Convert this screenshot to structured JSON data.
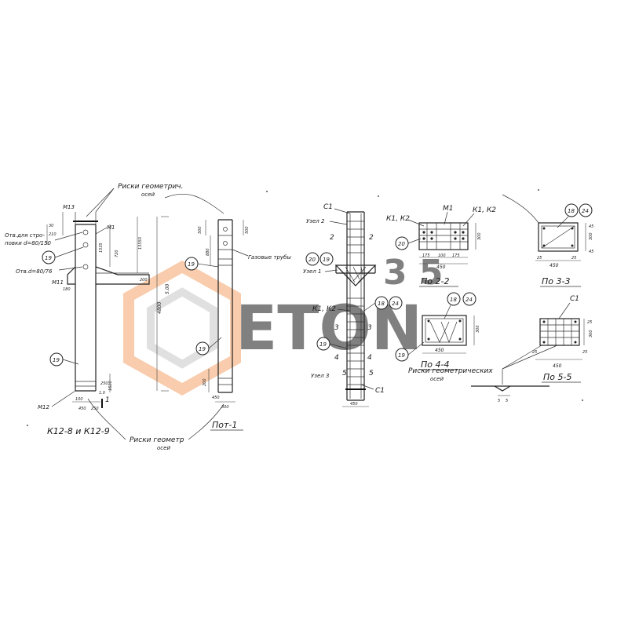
{
  "watermark": {
    "word": "ETON",
    "number": "3 5",
    "gray": "#c8c8c8",
    "orange": "#f4a36a"
  },
  "left_view": {
    "caption": "К12-8 и К12-9",
    "label_m13": "М13",
    "label_m1": "М1",
    "label_m12": "М12",
    "label_m11": "М11",
    "note_hole_top": "Отв.для стро-",
    "note_hole_top2": "повки d=80/150",
    "note_hole_mid": "Отв.d=80/76",
    "risks_top": "Риски геометрич.",
    "risks_top2": "осей",
    "risks_bottom": "Риски геометр",
    "risks_bottom2": "осей",
    "bubble_19": "19",
    "bubble_19b": "19",
    "section_mark": "1",
    "dims": [
      "30",
      "210",
      "1535",
      "720",
      "13550",
      "4800",
      "5.00",
      "200",
      "1620",
      "250",
      "100",
      "450",
      "250",
      "1.0",
      "180"
    ]
  },
  "middle_view": {
    "caption": "Пот-1",
    "note_gas": "Газовые трубы",
    "bubble_19a": "19",
    "bubble_19b": "19",
    "dims": [
      "500",
      "880",
      "500",
      "200",
      "450",
      "300"
    ]
  },
  "frame_view": {
    "label_c1_top": "С1",
    "label_c1_bottom": "С1",
    "label_node2": "Узел 2",
    "label_node1": "Узел 1",
    "label_node3": "Узел 3",
    "label_k1k2": "К1, К2",
    "bubble_20": "20",
    "bubble_19": "19",
    "bubble_18": "18",
    "bubble_24": "24",
    "bubble_19b": "19",
    "section_marks": [
      "2",
      "2",
      "3",
      "3",
      "4",
      "4",
      "5",
      "5"
    ],
    "dim_bottom": "450"
  },
  "section_2": {
    "caption": "По 2-2",
    "label_k1k2_left": "К1, К2",
    "label_m1": "М1",
    "label_k1k2_right": "К1, К2",
    "bubble_20": "20",
    "dims": [
      "175",
      "100",
      "175",
      "450",
      "300"
    ]
  },
  "section_3": {
    "caption": "По 3-3",
    "bubble_18": "18",
    "bubble_24": "24",
    "dims": [
      "45",
      "300",
      "45",
      "25",
      "450",
      "25"
    ]
  },
  "section_4": {
    "caption": "По 4-4",
    "bubble_18": "18",
    "bubble_24": "24",
    "bubble_19": "19",
    "dims": [
      "450",
      "300"
    ]
  },
  "section_5": {
    "caption": "По 5-5",
    "label_c1": "С1",
    "dims": [
      "25",
      "450",
      "25",
      "300",
      "25"
    ]
  },
  "risks_note": {
    "line1": "Риски геометрических",
    "line2": "осей",
    "dims": [
      "5",
      "5"
    ]
  }
}
